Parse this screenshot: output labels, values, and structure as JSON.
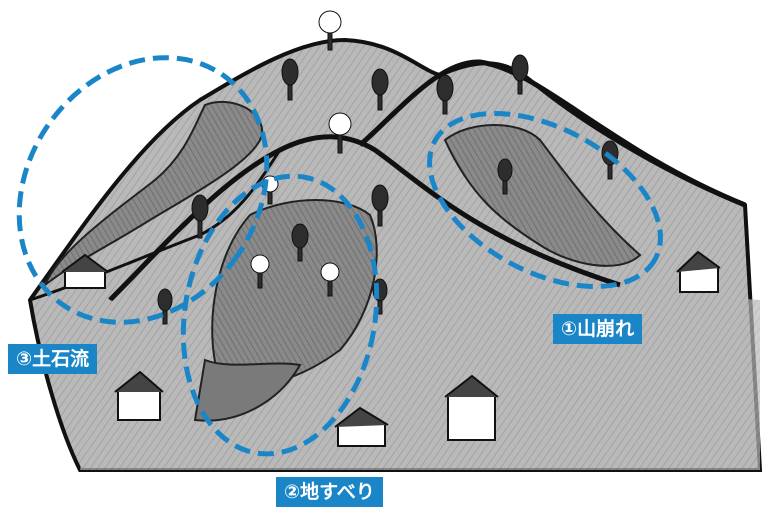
{
  "labels": {
    "landslide": "①山崩れ",
    "slope_slide": "②地すべり",
    "debris_flow": "③土石流"
  },
  "colors": {
    "label_bg": "#1a86c8",
    "label_text": "#ffffff",
    "highlight_dash": "#1a86c8",
    "ground": "#b8b8b8",
    "ground_dark": "#8e8e8e",
    "outline": "#111111"
  }
}
